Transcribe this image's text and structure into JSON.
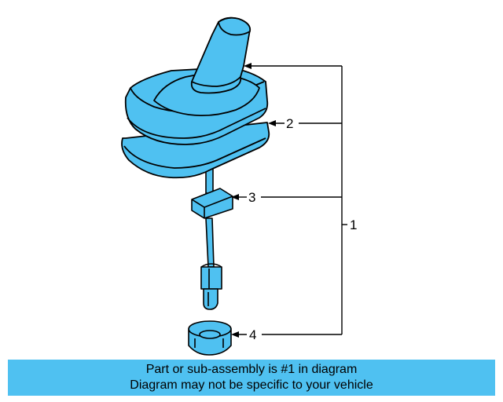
{
  "colors": {
    "part_fill": "#4fc1f1",
    "banner_fill": "#4fc1f1",
    "line": "#000000"
  },
  "callouts": {
    "label_1": "1",
    "label_2": "2",
    "label_3": "3",
    "label_4": "4"
  },
  "footer": {
    "line1": "Part or sub-assembly is #1 in diagram",
    "line2": "Diagram may not be specific to your vehicle"
  }
}
